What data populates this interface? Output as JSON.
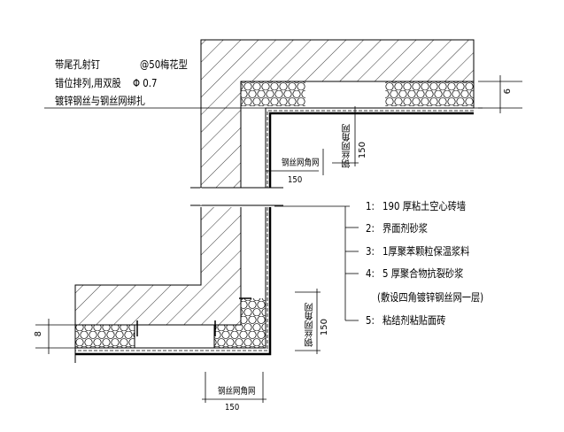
{
  "notes": {
    "line1": "带尾孔射钉",
    "line1b": "@50梅花型",
    "line2": "错位排列,用双股",
    "line2b": "Φ 0.7",
    "line3": "镀锌钢丝与钢丝网绑扎"
  },
  "legend": [
    {
      "num": "1:",
      "text": "190  厚粘土空心砖墙"
    },
    {
      "num": "2:",
      "text": "界面剂砂浆"
    },
    {
      "num": "3:",
      "text": "1厚聚苯颗粒保温浆料"
    },
    {
      "num": "4:",
      "text": "5  厚聚合物抗裂砂浆"
    },
    {
      "num": "",
      "text": "(敷设四角镀锌钢丝网一层)"
    },
    {
      "num": "5:",
      "text": "粘结剂粘贴面砖"
    }
  ],
  "dimensions": {
    "mesh_label": "钢丝网角网",
    "mesh_size": "150",
    "top_thickness": "6",
    "bottom_thickness": "8"
  },
  "colors": {
    "line": "#000000",
    "background": "#ffffff"
  }
}
